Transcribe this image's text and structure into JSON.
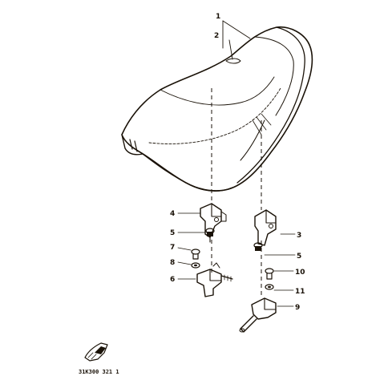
{
  "diagram": {
    "callouts": [
      {
        "id": "c1",
        "text": "1"
      },
      {
        "id": "c2",
        "text": "2"
      },
      {
        "id": "c3",
        "text": "3"
      },
      {
        "id": "c4",
        "text": "4"
      },
      {
        "id": "c5a",
        "text": "5"
      },
      {
        "id": "c5b",
        "text": "5"
      },
      {
        "id": "c6",
        "text": "6"
      },
      {
        "id": "c7",
        "text": "7"
      },
      {
        "id": "c8",
        "text": "8"
      },
      {
        "id": "c9",
        "text": "9"
      },
      {
        "id": "c10",
        "text": "10"
      },
      {
        "id": "c11",
        "text": "11"
      }
    ],
    "footer_code": "31K300  321 1"
  },
  "colors": {
    "ink": "#1a1208",
    "paper": "#ffffff"
  }
}
